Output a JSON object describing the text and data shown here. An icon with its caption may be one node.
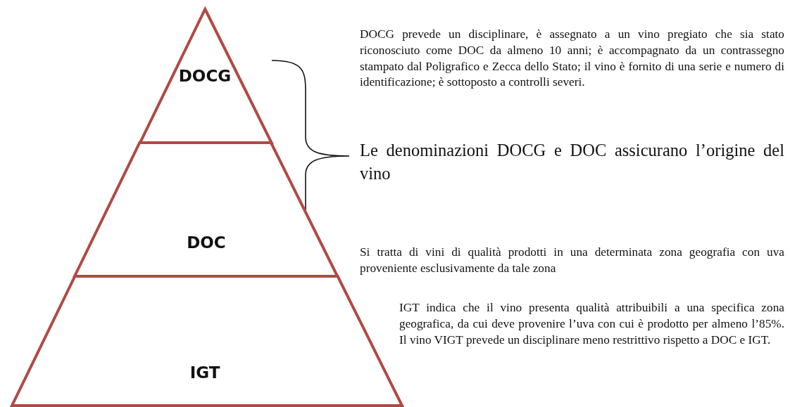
{
  "diagram": {
    "nodes": [
      {
        "text": [
          "DOCG"
        ]
      },
      {
        "text": [
          "DOC"
        ]
      },
      {
        "text": [
          "IGT"
        ]
      }
    ],
    "labels": [
      "DOCG prevede un disciplinare, è assegnato a un vino pregiato che sia stato riconosciuto come DOC da almeno 10 anni; è accompagnato da un contrassegno stampato dal Poligrafico e Zecca dello Stato; il vino è fornito di una serie e numero di identificazione; è sottoposto a controlli severi.",
      "Le denominazioni DOCG e DOC assicurano l’origine del vino",
      "Si tratta di vini di qualità prodotti in una determinata zona geografia con uva proveniente esclusivamente da tale zona",
      "IGT indica che il vino presenta qualità attribuibili a una specifica zona geografica, da cui deve provenire l’uva con cui è prodotto per almeno l’85%. Il vino VIGT prevede un disciplinare meno restrittivo rispetto a DOC e IGT."
    ]
  }
}
